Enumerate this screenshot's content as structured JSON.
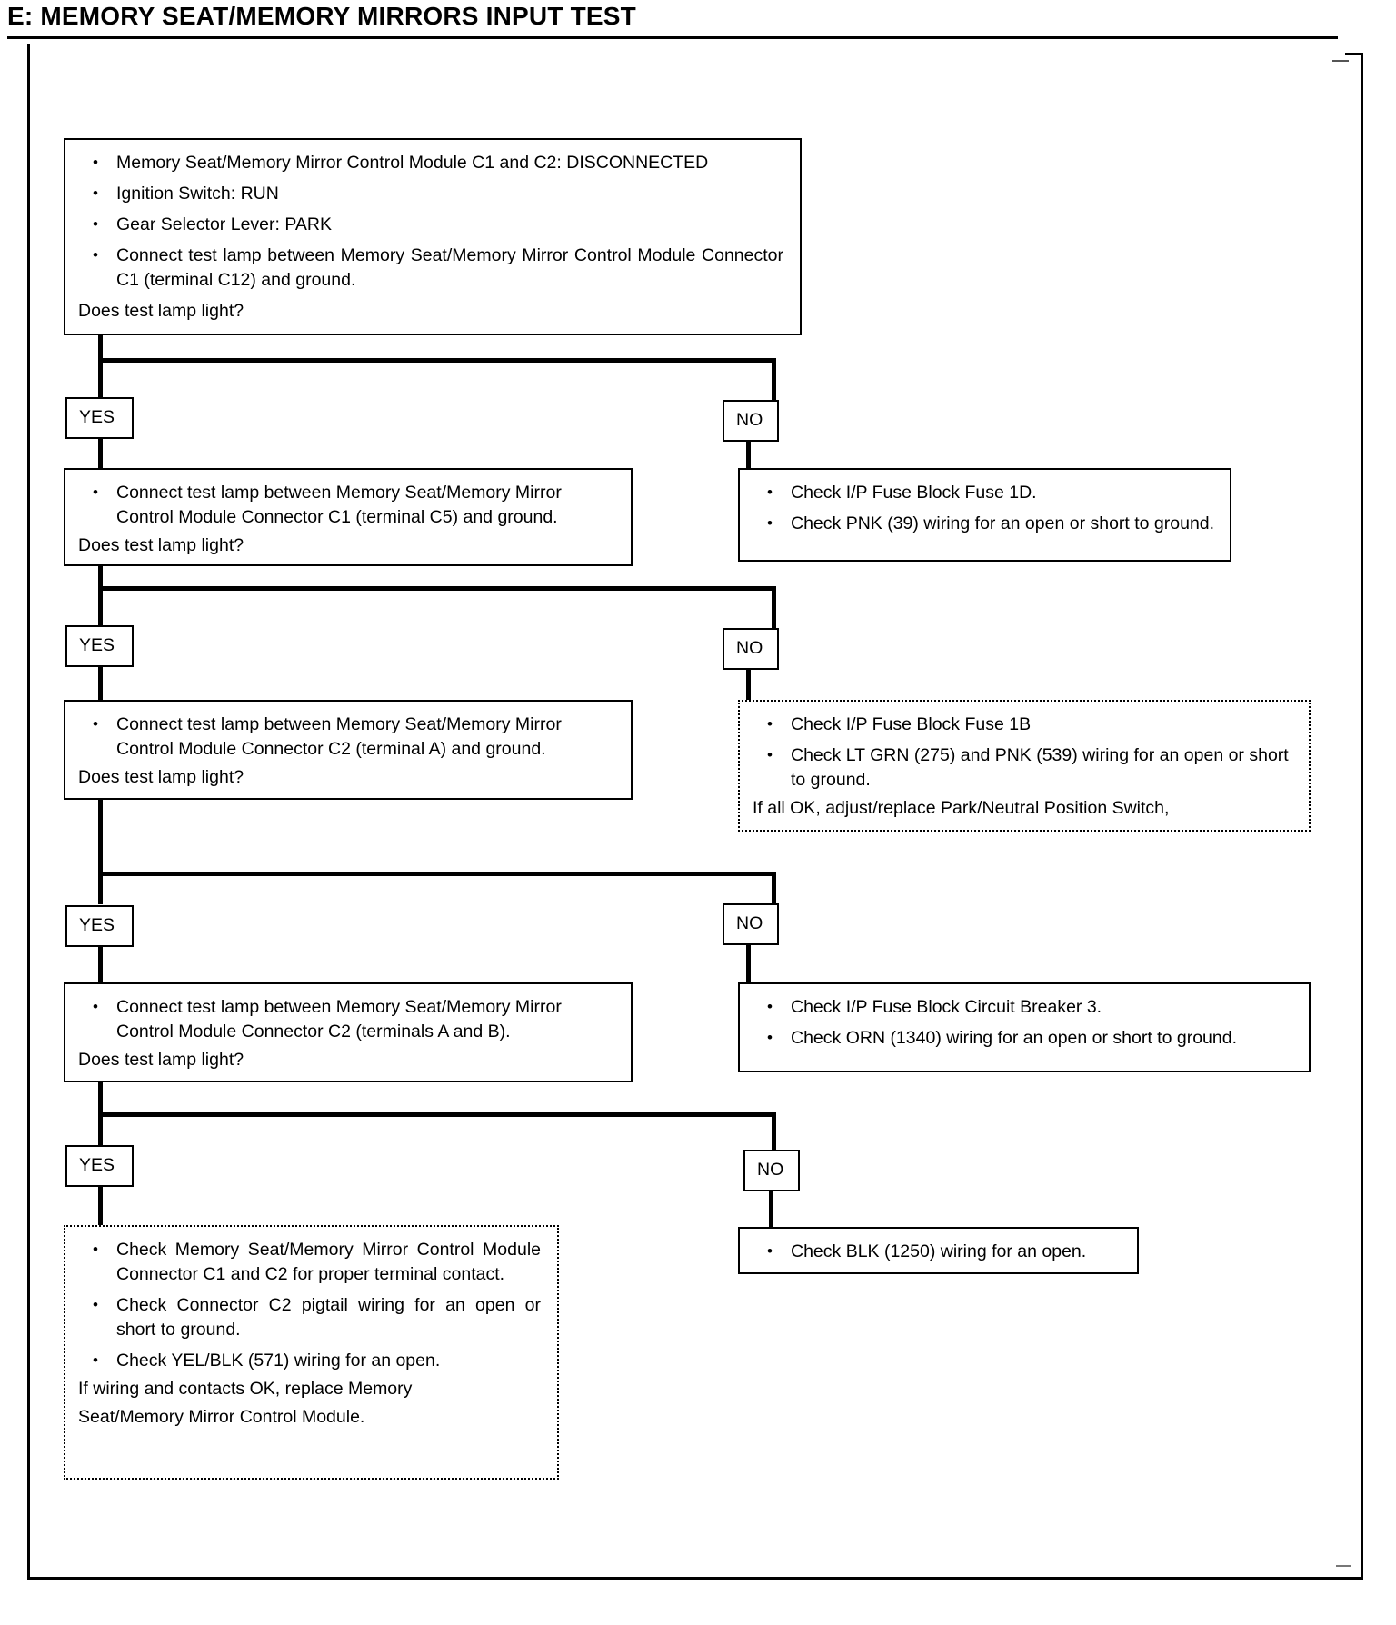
{
  "header": {
    "title": "E:  MEMORY SEAT/MEMORY MIRRORS INPUT TEST"
  },
  "flow": {
    "step1": {
      "bullets": [
        "Memory Seat/Memory Mirror Control Module C1 and C2:  DISCONNECTED",
        "Ignition Switch:  RUN",
        "Gear Selector Lever:  PARK",
        "Connect test lamp between Memory Seat/Memory Mirror Control Module Connector C1 (terminal C12) and ground."
      ],
      "question": "Does test lamp light?"
    },
    "branch1": {
      "yes": "YES",
      "no": "NO"
    },
    "step2_yes": {
      "bullets": [
        "Connect test lamp between Memory Seat/Memory Mirror Control Module Connector C1 (terminal C5) and ground."
      ],
      "question": "Does test lamp light?"
    },
    "step2_no": {
      "bullets": [
        "Check I/P Fuse Block Fuse 1D.",
        "Check PNK (39) wiring for an open or short to ground."
      ]
    },
    "branch2": {
      "yes": "YES",
      "no": "NO"
    },
    "step3_yes": {
      "bullets": [
        "Connect test lamp between Memory Seat/Memory Mirror Control Module Connector C2 (terminal A) and ground."
      ],
      "question": "Does test lamp light?"
    },
    "step3_no": {
      "bullets": [
        "Check I/P Fuse Block Fuse 1B",
        "Check LT GRN (275) and PNK (539) wiring for an open or short to ground."
      ],
      "note": "If all OK, adjust/replace Park/Neutral Position Switch,"
    },
    "branch3": {
      "yes": "YES",
      "no": "NO"
    },
    "step4_yes": {
      "bullets": [
        "Connect test lamp between Memory Seat/Memory Mirror Control Module Connector C2 (terminals A and B)."
      ],
      "question": "Does test lamp light?"
    },
    "step4_no": {
      "bullets": [
        "Check I/P Fuse Block Circuit Breaker 3.",
        "Check ORN (1340) wiring for an open or short to ground."
      ]
    },
    "branch4": {
      "yes": "YES",
      "no": "NO"
    },
    "step5_yes": {
      "bullets": [
        "Check Memory Seat/Memory Mirror Control Module Connector C1 and C2 for proper terminal contact.",
        "Check Connector C2 pigtail wiring for an open or short to ground.",
        "Check YEL/BLK (571) wiring for an open."
      ],
      "note_line1": "If wiring and contacts OK, replace Memory",
      "note_line2": "Seat/Memory Mirror Control Module."
    },
    "step5_no": {
      "bullets": [
        "Check BLK (1250) wiring for an open."
      ]
    }
  },
  "colors": {
    "ink": "#000000",
    "paper": "#ffffff"
  }
}
